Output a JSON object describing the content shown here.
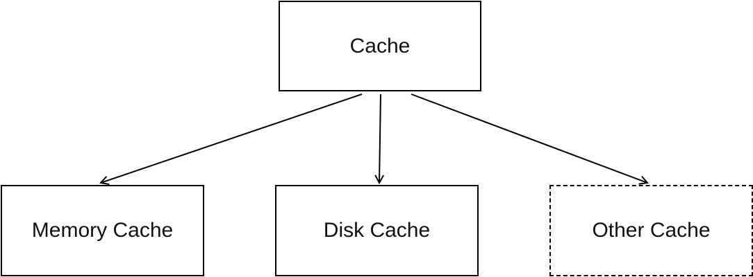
{
  "diagram": {
    "root": {
      "label": "Cache"
    },
    "children": [
      {
        "label": "Memory Cache",
        "style": "solid"
      },
      {
        "label": "Disk Cache",
        "style": "solid"
      },
      {
        "label": "Other Cache",
        "style": "dashed"
      }
    ],
    "colors": {
      "stroke": "#000000",
      "text": "#111111",
      "background": "#ffffff"
    }
  }
}
